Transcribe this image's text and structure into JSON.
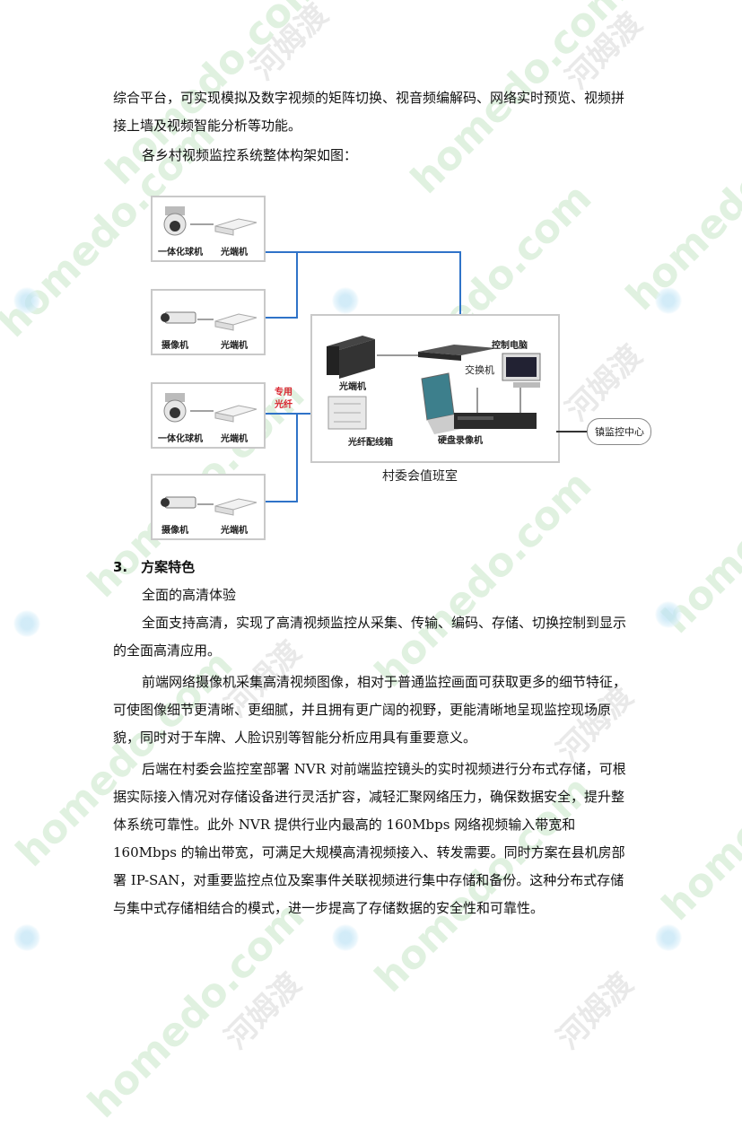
{
  "watermark": {
    "brand": "homedo.com",
    "cn": "河姆渡"
  },
  "paragraphs": {
    "p1": "综合平台，可实现模拟及数字视频的矩阵切换、视音频编解码、网络实时预览、视频拼接上墙及视频智能分析等功能。",
    "p2": "各乡村视频监控系统整体构架如图：",
    "heading": "3.　方案特色",
    "sub": "全面的高清体验",
    "p3": "全面支持高清，实现了高清视频监控从采集、传输、编码、存储、切换控制到显示的全面高清应用。",
    "p4": "前端网络摄像机采集高清视频图像，相对于普通监控画面可获取更多的细节特征，可使图像细节更清晰、更细腻，并且拥有更广阔的视野，更能清晰地呈现监控现场原貌，同时对于车牌、人脸识别等智能分析应用具有重要意义。",
    "p5": "后端在村委会监控室部署 NVR 对前端监控镜头的实时视频进行分布式存储，可根据实际接入情况对存储设备进行灵活扩容，减轻汇聚网络压力，确保数据安全，提升整体系统可靠性。此外 NVR 提供行业内最高的 160Mbps 网络视频输入带宽和 160Mbps 的输出带宽，可满足大规模高清视频接入、转发需要。同时方案在县机房部署 IP-SAN，对重要监控点位及案事件关联视频进行集中存储和备份。这种分布式存储与集中式存储相结合的模式，进一步提高了存储数据的安全性和可靠性。"
  },
  "diagram": {
    "node1_camera": "一体化球机",
    "node1_transceiver": "光端机",
    "node2_camera": "摄像机",
    "node2_transceiver": "光端机",
    "node3_camera": "一体化球机",
    "node3_transceiver": "光端机",
    "node4_camera": "摄像机",
    "node4_transceiver": "光端机",
    "fiber_label_1": "专用",
    "fiber_label_2": "光纤",
    "room_transceiver": "光端机",
    "patch_box": "光纤配线箱",
    "switch": "交换机",
    "control_pc": "控制电脑",
    "nvr": "硬盘录像机",
    "town_center": "镇监控中心",
    "room_caption": "村委会值班室",
    "colors": {
      "link": "#2f73c8",
      "fiber_label": "#d9232d"
    }
  }
}
